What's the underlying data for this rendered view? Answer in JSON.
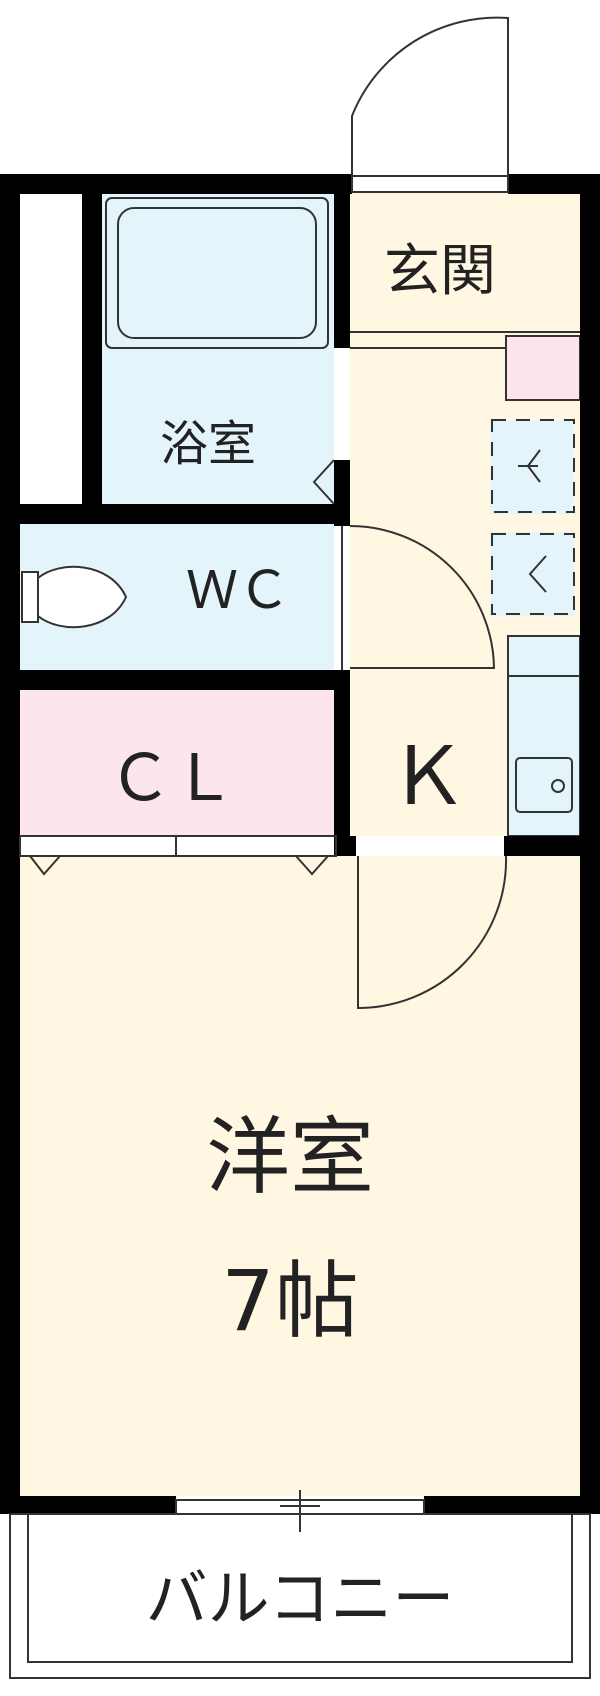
{
  "colors": {
    "wall": "#000000",
    "room_yellow": "#FFF7E1",
    "room_blue": "#E3F4FA",
    "room_pink": "#FDE5EC",
    "outline": "#333333"
  },
  "rooms": {
    "entrance": {
      "label": "玄関"
    },
    "bath": {
      "label": "浴室"
    },
    "wc": {
      "label": "ＷＣ"
    },
    "closet": {
      "label": "ＣＬ"
    },
    "kitchen": {
      "label": "Ｋ"
    },
    "western": {
      "label": "洋室",
      "size": "7帖"
    },
    "balcony": {
      "label": "バルコニー"
    }
  }
}
